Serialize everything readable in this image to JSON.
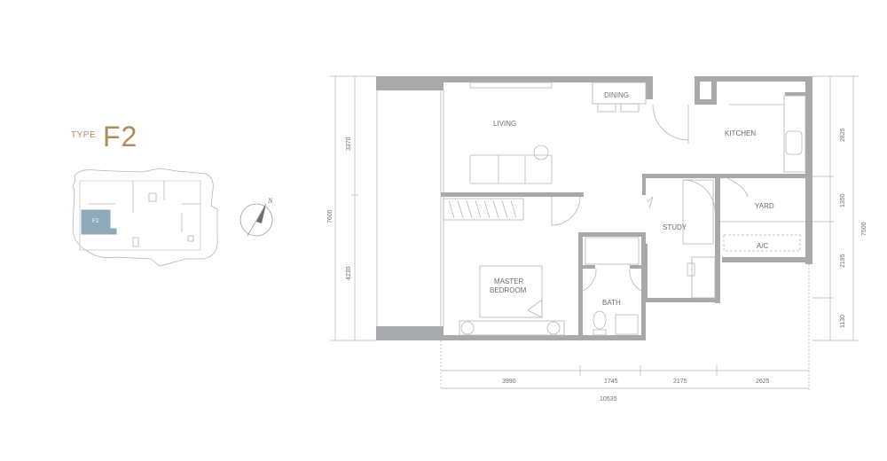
{
  "unit": {
    "type_label": "TYPE",
    "type_code": "F2",
    "key_plan_highlight": "F2"
  },
  "compass": {
    "north": "N"
  },
  "rooms": {
    "living": "LIVING",
    "dining": "DINING",
    "kitchen": "KITCHEN",
    "yard": "YARD",
    "ac": "A/C",
    "study": "STUDY",
    "master_bedroom_line1": "MASTER",
    "master_bedroom_line2": "BEDROOM",
    "bath": "BATH"
  },
  "dimensions": {
    "left_upper": "3370",
    "left_lower": "4230",
    "left_total": "7600",
    "right_1": "2825",
    "right_2": "1350",
    "right_3": "2195",
    "right_4": "1130",
    "right_total": "7500",
    "bottom_1": "3990",
    "bottom_2": "1745",
    "bottom_3": "2175",
    "bottom_4": "2625",
    "bottom_total": "10535"
  },
  "colors": {
    "wall": "#a7a9ac",
    "accent_gold": "#b08d5a",
    "highlight_blue": "#8fa9b8",
    "line": "#b5b5b5"
  }
}
